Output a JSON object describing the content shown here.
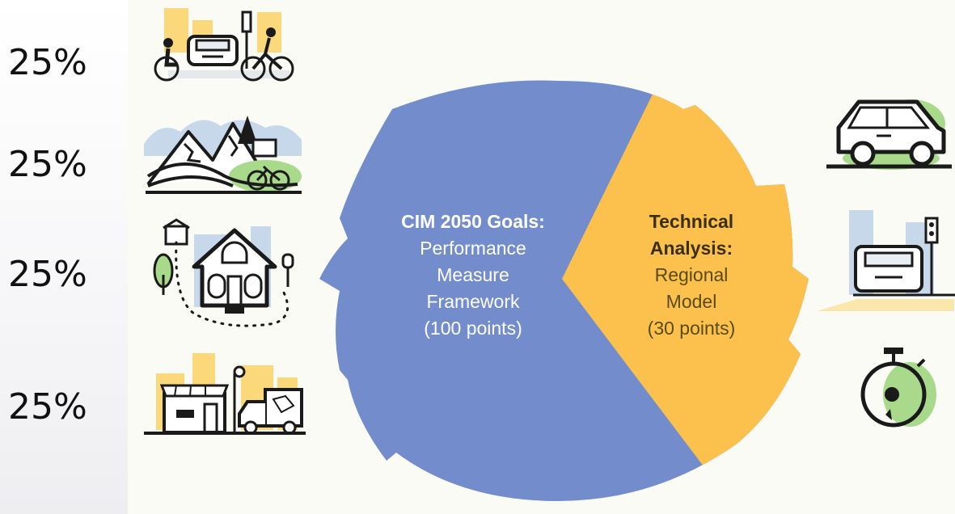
{
  "percentages": [
    "25%",
    "25%",
    "25%",
    "25%"
  ],
  "left_icons": [
    "street-safety-icon",
    "mountain-cycling-icon",
    "house-neighborhood-icon",
    "storefront-delivery-icon"
  ],
  "right_icons": [
    "car-icon",
    "traffic-car-icon",
    "stopwatch-icon"
  ],
  "segments": {
    "goals": {
      "title": "CIM 2050 Goals:",
      "lines": [
        "Performance",
        "Measure",
        "Framework",
        "(100 points)"
      ],
      "color": "#738ccb"
    },
    "technical": {
      "title_lines": [
        "Technical",
        "Analysis:"
      ],
      "lines": [
        "Regional",
        "Model",
        "(30 points)"
      ],
      "color": "#fcc14c"
    }
  },
  "colors": {
    "accent_green": "#a9d98a",
    "accent_yellow": "#fbd87a",
    "accent_blue": "#c7d8ea",
    "ink": "#1a1a1a"
  }
}
